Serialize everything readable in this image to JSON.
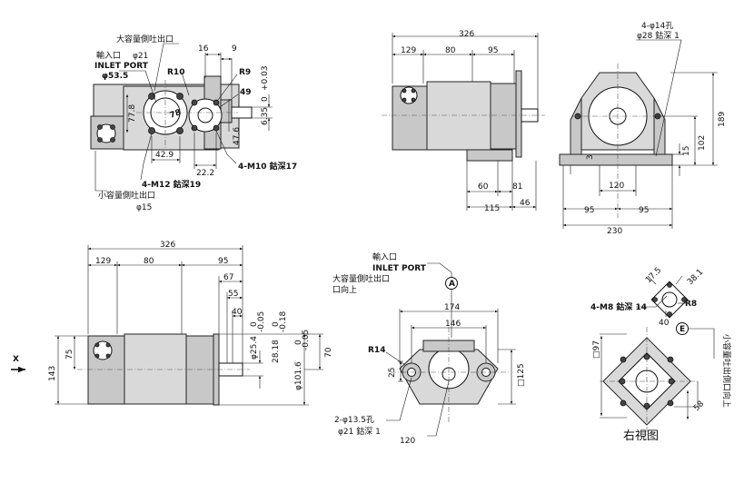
{
  "view_top_left": {
    "large_outlet": "大容量側吐出口",
    "inlet_cn": "輸入口",
    "inlet_en": "INLET PORT",
    "inlet_dia": "φ21",
    "inlet_outer": "φ53.5",
    "r10": "R10",
    "d16": "16",
    "d9": "9",
    "r9": "R9",
    "tol_a": "+0.03",
    "tol_b": "0",
    "d49": "49",
    "d6_35": "6.35",
    "d78": "78",
    "d77_8": "77.8",
    "d47_6": "47.6",
    "d42_9": "42.9",
    "d22_2": "22.2",
    "m10": "4-M10 鈷深17",
    "m12": "4-M12 鈷深19",
    "small_outlet": "小容量側吐出口",
    "small_dia": "φ15"
  },
  "view_top_right": {
    "d326": "326",
    "d129": "129",
    "d80": "80",
    "d95": "95",
    "d60": "60",
    "d81": "81",
    "d115": "115",
    "d46": "46"
  },
  "view_far_right": {
    "hole": "4-φ14孔",
    "counterbore": "φ28 鈷深 1",
    "d189": "189",
    "d102": "102",
    "d15": "15",
    "d3": "3",
    "d120": "120",
    "d95a": "95",
    "d95b": "95",
    "d230": "230"
  },
  "view_bottom_left": {
    "d326": "326",
    "d129": "129",
    "d80": "80",
    "d95": "95",
    "d67": "67",
    "d55": "55",
    "d40": "40",
    "shaft1": "φ25.4",
    "shaft1_tol_a": "0",
    "shaft1_tol_b": "-0.05",
    "shaft2": "28.18",
    "shaft2_tol_a": "0",
    "shaft2_tol_b": "-0.18",
    "pilot": "φ101.6",
    "pilot_tol_a": "0",
    "pilot_tol_b": "-0.05",
    "d70": "70",
    "d75": "75",
    "d143": "143",
    "x_mark": "X"
  },
  "view_bottom_mid": {
    "inlet_cn": "輸入口",
    "inlet_en": "INLET PORT",
    "large_outlet": "大容量側吐出口",
    "direction": "口向上",
    "marker_a": "A",
    "d174": "174",
    "d146": "146",
    "r14": "R14",
    "d25": "25",
    "d125": "□125",
    "holes": "2-φ13.5孔",
    "counterbore": "φ21 鈷深 1",
    "d120": "120"
  },
  "view_bottom_right": {
    "d17_5": "17.5",
    "d38_1": "38.1",
    "m8": "4-M8 鈷深 14",
    "r8": "R8",
    "d40": "40",
    "marker_e": "E",
    "d97": "□97",
    "d58": "58",
    "side_label": "小容量吐出側口向上",
    "caption": "右視图"
  }
}
